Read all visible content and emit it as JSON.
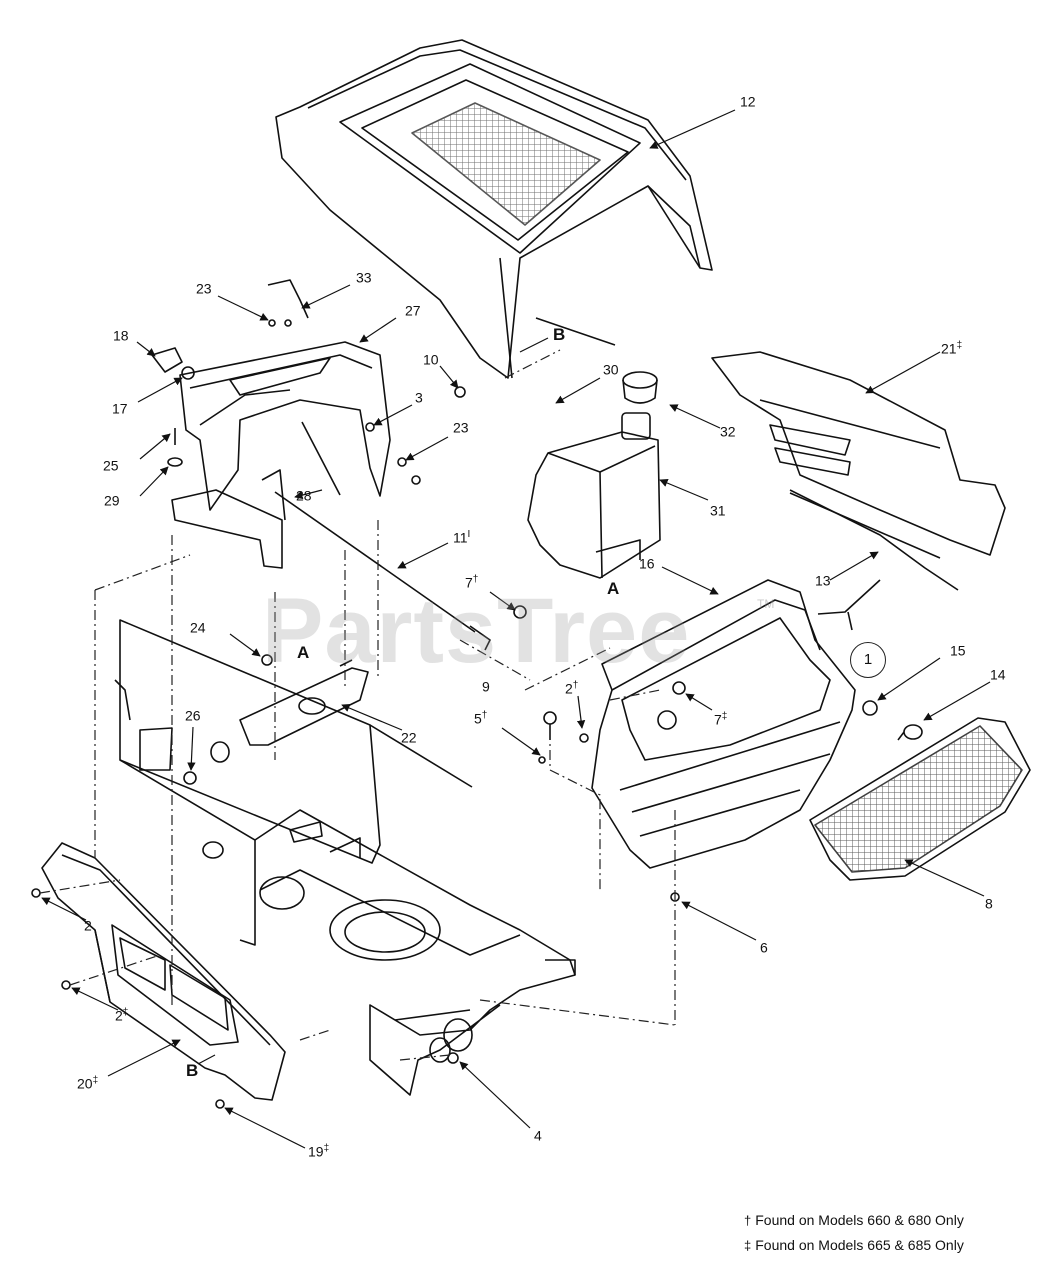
{
  "watermark": {
    "text": "PartsTree",
    "tm": "TM"
  },
  "legend": [
    {
      "mark": "†",
      "text": "Found on Models 660 & 680 Only"
    },
    {
      "mark": "‡",
      "text": "Found on Models 665 & 685 Only"
    }
  ],
  "circle_label": "1",
  "reference_letters": [
    "A",
    "A",
    "B",
    "B"
  ],
  "callouts": [
    {
      "num": "12",
      "sup": ""
    },
    {
      "num": "33",
      "sup": ""
    },
    {
      "num": "23",
      "sup": ""
    },
    {
      "num": "27",
      "sup": ""
    },
    {
      "num": "18",
      "sup": ""
    },
    {
      "num": "17",
      "sup": ""
    },
    {
      "num": "10",
      "sup": ""
    },
    {
      "num": "3",
      "sup": ""
    },
    {
      "num": "23",
      "sup": ""
    },
    {
      "num": "25",
      "sup": ""
    },
    {
      "num": "29",
      "sup": ""
    },
    {
      "num": "28",
      "sup": ""
    },
    {
      "num": "30",
      "sup": ""
    },
    {
      "num": "32",
      "sup": ""
    },
    {
      "num": "31",
      "sup": ""
    },
    {
      "num": "21",
      "sup": "‡"
    },
    {
      "num": "13",
      "sup": ""
    },
    {
      "num": "11",
      "sup": "I"
    },
    {
      "num": "16",
      "sup": ""
    },
    {
      "num": "7",
      "sup": "†"
    },
    {
      "num": "24",
      "sup": ""
    },
    {
      "num": "9",
      "sup": ""
    },
    {
      "num": "2",
      "sup": "†"
    },
    {
      "num": "7",
      "sup": "‡"
    },
    {
      "num": "15",
      "sup": ""
    },
    {
      "num": "14",
      "sup": ""
    },
    {
      "num": "5",
      "sup": "†"
    },
    {
      "num": "22",
      "sup": ""
    },
    {
      "num": "26",
      "sup": ""
    },
    {
      "num": "8",
      "sup": ""
    },
    {
      "num": "6",
      "sup": ""
    },
    {
      "num": "2",
      "sup": ""
    },
    {
      "num": "2",
      "sup": "‡"
    },
    {
      "num": "20",
      "sup": "‡"
    },
    {
      "num": "4",
      "sup": ""
    },
    {
      "num": "19",
      "sup": "‡"
    }
  ]
}
